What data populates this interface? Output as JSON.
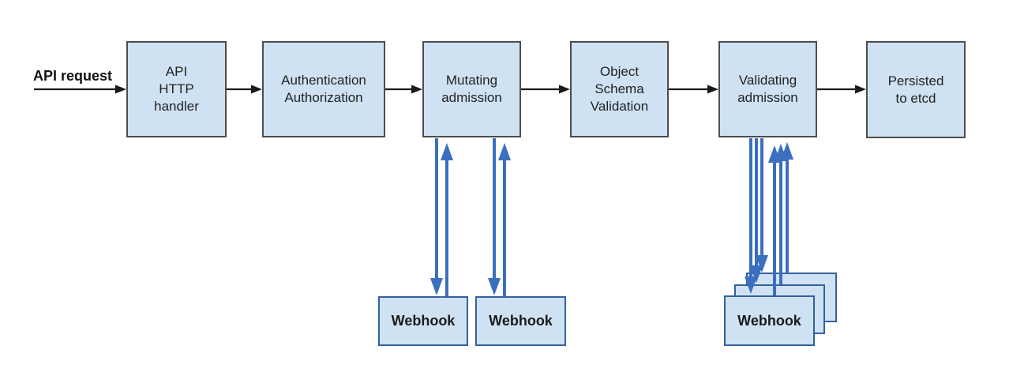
{
  "flow": {
    "request_label": "API request",
    "stages": [
      {
        "id": "api-http-handler",
        "label": "API\nHTTP\nhandler"
      },
      {
        "id": "authentication",
        "label": "Authentication\nAuthorization"
      },
      {
        "id": "mutating-admission",
        "label": "Mutating\nadmission"
      },
      {
        "id": "object-schema-validation",
        "label": "Object\nSchema\nValidation"
      },
      {
        "id": "validating-admission",
        "label": "Validating\nadmission"
      },
      {
        "id": "persisted-to-etcd",
        "label": "Persisted\nto etcd"
      }
    ],
    "webhooks": {
      "mutating": [
        "Webhook",
        "Webhook"
      ],
      "validating": [
        "Webhook"
      ]
    },
    "connections": [
      {
        "from": "api-request",
        "to": "api-http-handler",
        "style": "black"
      },
      {
        "from": "api-http-handler",
        "to": "authentication",
        "style": "black"
      },
      {
        "from": "authentication",
        "to": "mutating-admission",
        "style": "black"
      },
      {
        "from": "mutating-admission",
        "to": "object-schema-validation",
        "style": "black"
      },
      {
        "from": "object-schema-validation",
        "to": "validating-admission",
        "style": "black"
      },
      {
        "from": "validating-admission",
        "to": "persisted-to-etcd",
        "style": "black"
      },
      {
        "from": "mutating-admission",
        "to": "webhook-1",
        "style": "blue-roundtrip"
      },
      {
        "from": "mutating-admission",
        "to": "webhook-2",
        "style": "blue-roundtrip"
      },
      {
        "from": "validating-admission",
        "to": "webhook-stack",
        "style": "blue-roundtrip-x3"
      }
    ],
    "colors": {
      "box_fill": "#cfe2f3",
      "box_border": "#4d4d4d",
      "webhook_border": "#33619c",
      "arrow_blue": "#3b6fc0",
      "arrow_black": "#1a1a1a"
    }
  }
}
